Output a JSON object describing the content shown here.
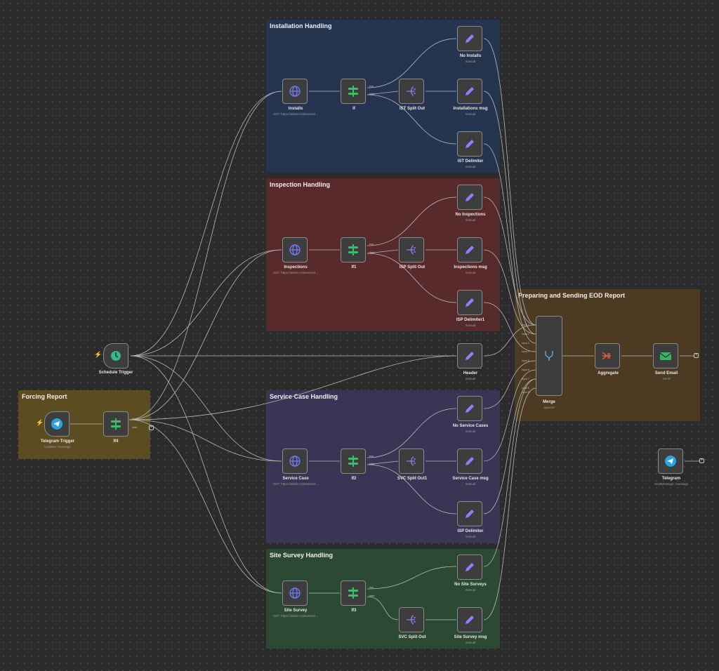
{
  "groups": {
    "installation": {
      "title": "Installation Handling",
      "color": "#26354f"
    },
    "inspection": {
      "title": "Inspection Handling",
      "color": "#582a2c"
    },
    "eod": {
      "title": "Preparing and Sending EOD Report",
      "color": "#4c3b22"
    },
    "forcing": {
      "title": "Forcing Report",
      "color": "#5c4c22"
    },
    "service": {
      "title": "Service Case Handling",
      "color": "#3a3554"
    },
    "survey": {
      "title": "Site Survey Handling",
      "color": "#2c4a33"
    }
  },
  "nodes": {
    "installs": {
      "label": "Installs",
      "sub": "GET: https://admin.midwestsol...",
      "icon": "globe-icon"
    },
    "if": {
      "label": "If",
      "icon": "if-icon"
    },
    "ist_split": {
      "label": "IST Split Out",
      "icon": "split-out-icon"
    },
    "no_installs": {
      "label": "No Installs",
      "sub": "manual",
      "icon": "pencil-icon"
    },
    "installations_msg": {
      "label": "Installations msg",
      "sub": "manual",
      "icon": "pencil-icon"
    },
    "ist_delimiter": {
      "label": "IST Delimiter",
      "sub": "manual",
      "icon": "pencil-icon"
    },
    "inspections": {
      "label": "Inspections",
      "sub": "GET: https://admin.midwestsol...",
      "icon": "globe-icon"
    },
    "if1": {
      "label": "If1",
      "icon": "if-icon"
    },
    "isp_split": {
      "label": "ISP Split Out",
      "icon": "split-out-icon"
    },
    "no_inspections": {
      "label": "No Inspections",
      "sub": "manual",
      "icon": "pencil-icon"
    },
    "inspections_msg": {
      "label": "Inspections msg",
      "sub": "manual",
      "icon": "pencil-icon"
    },
    "isp_delimiter1": {
      "label": "ISP Delimiter1",
      "sub": "manual",
      "icon": "pencil-icon"
    },
    "schedule": {
      "label": "Schedule Trigger",
      "icon": "clock-icon"
    },
    "header": {
      "label": "Header",
      "sub": "manual",
      "icon": "pencil-icon"
    },
    "merge": {
      "label": "Merge",
      "sub": "append",
      "icon": "merge-icon",
      "inputs": [
        "Input 1",
        "Input 2",
        "Input 3",
        "Input 4",
        "Input 5",
        "Input 6",
        "Input 7",
        "Input 8",
        "Input 9"
      ]
    },
    "aggregate": {
      "label": "Aggregate",
      "icon": "aggregate-icon"
    },
    "send_email": {
      "label": "Send Email",
      "sub": "Send",
      "icon": "mail-icon"
    },
    "telegram_trigger": {
      "label": "Telegram Trigger",
      "sub": "Updates: message",
      "icon": "telegram-icon"
    },
    "if4": {
      "label": "If4",
      "icon": "if-icon"
    },
    "service_case": {
      "label": "Service Case",
      "sub": "GET: https://admin.midwestsol...",
      "icon": "globe-icon"
    },
    "if2": {
      "label": "If2",
      "icon": "if-icon"
    },
    "svc_split1": {
      "label": "SVC Split Out1",
      "icon": "split-out-icon"
    },
    "no_service": {
      "label": "No Service Cases",
      "sub": "manual",
      "icon": "pencil-icon"
    },
    "service_msg": {
      "label": "Service Case msg",
      "sub": "manual",
      "icon": "pencil-icon"
    },
    "isp_delimiter": {
      "label": "ISP Delimiter",
      "sub": "manual",
      "icon": "pencil-icon"
    },
    "telegram": {
      "label": "Telegram",
      "sub": "sendMessage: message",
      "icon": "telegram-icon"
    },
    "site_survey": {
      "label": "Site Survey",
      "sub": "GET: https://admin.midwestsol...",
      "icon": "globe-icon"
    },
    "if3": {
      "label": "If3",
      "icon": "if-icon"
    },
    "svc_split": {
      "label": "SVC Split Out",
      "icon": "split-out-icon"
    },
    "no_surveys": {
      "label": "No Site Surveys",
      "sub": "manual",
      "icon": "pencil-icon"
    },
    "survey_msg": {
      "label": "Site Survey msg",
      "sub": "manual",
      "icon": "pencil-icon"
    }
  },
  "ports": {
    "true_label": "true",
    "false_label": "false"
  },
  "colors": {
    "edge": "#b8b8b8",
    "pencil": "#8b80f9",
    "globe": "#6f78f0",
    "if_green": "#3bbf6b",
    "clock": "#35b989",
    "mail": "#3bb266",
    "aggregate": "#e0623a",
    "telegram": "#2aa3e0",
    "merge": "#5aa8e0"
  }
}
